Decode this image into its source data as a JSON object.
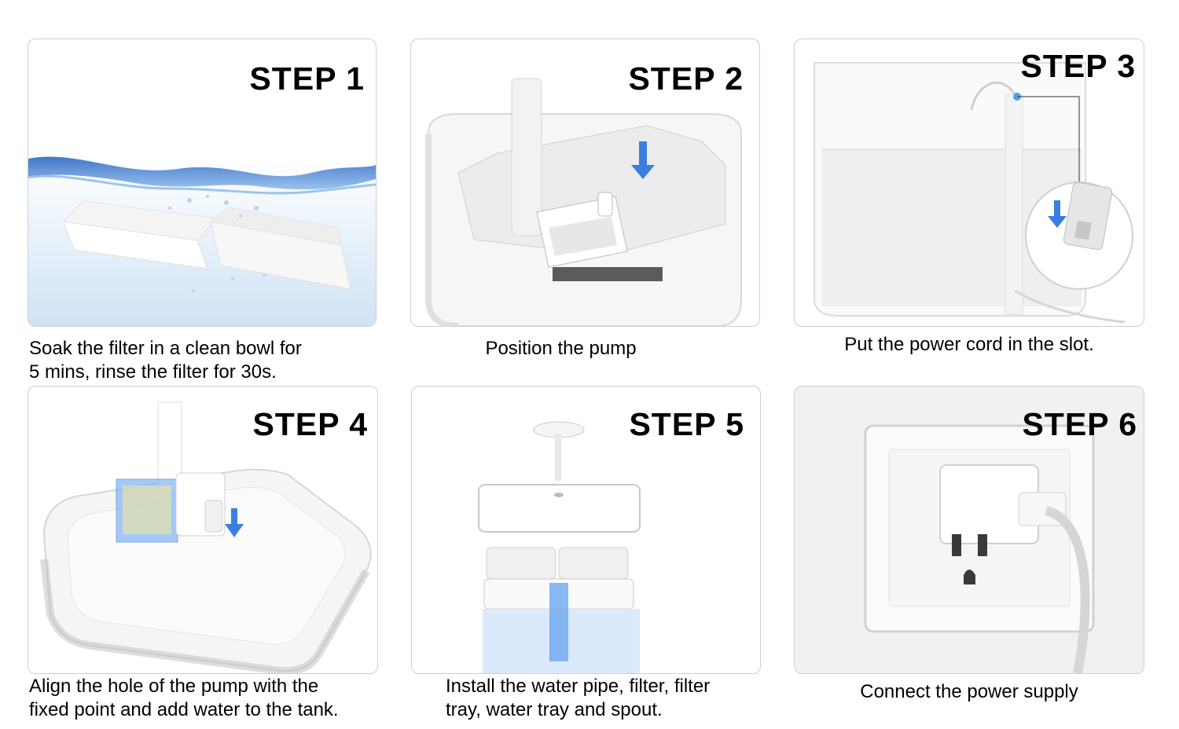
{
  "steps": [
    {
      "title": "STEP 1",
      "caption_lines": [
        "Soak the filter in a clean bowl for",
        "5 mins, rinse the filter for 30s."
      ],
      "image_icon": "filter-soaking-in-water-icon"
    },
    {
      "title": "STEP 2",
      "caption_lines": [
        "Position the pump"
      ],
      "image_icon": "pump-in-tank-icon"
    },
    {
      "title": "STEP 3",
      "caption_lines": [
        "Put the power cord in the slot."
      ],
      "image_icon": "power-cord-slot-icon"
    },
    {
      "title": "STEP 4",
      "caption_lines": [
        "Align the hole of the pump with the",
        "fixed point and add water to the tank."
      ],
      "image_icon": "pump-on-tray-icon"
    },
    {
      "title": "STEP 5",
      "caption_lines": [
        "Install the water pipe, filter, filter",
        "tray, water tray and spout."
      ],
      "image_icon": "exploded-fountain-assembly-icon"
    },
    {
      "title": "STEP 6",
      "caption_lines": [
        "Connect the power supply"
      ],
      "image_icon": "wall-outlet-adapter-icon"
    }
  ],
  "colors": {
    "water_blue": "#2f6fcf",
    "arrow_blue": "#3a7fe0",
    "panel_border": "#cfcfcf"
  }
}
